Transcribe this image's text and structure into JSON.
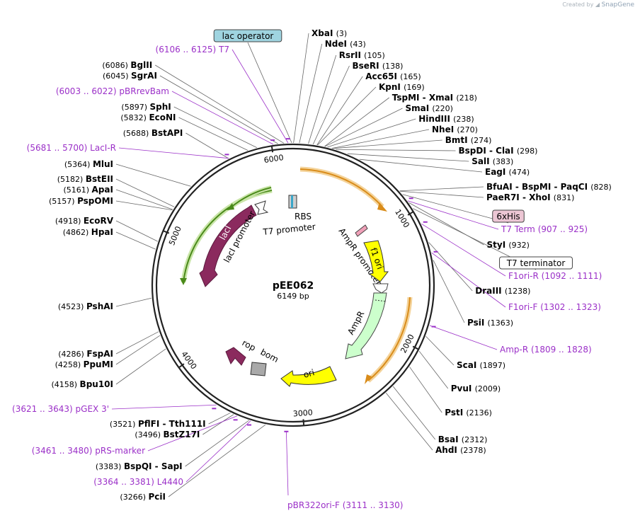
{
  "credit": {
    "prefix": "Created by",
    "brand": "SnapGene"
  },
  "plasmid": {
    "name": "pEE062",
    "size_label": "6149 bp",
    "length": 6149
  },
  "colors": {
    "primer": "#9b30c8",
    "backbone": "#222222",
    "lacI": "#8b2a5e",
    "ori": "#ffff00",
    "AmpR": "#ccffcc",
    "orange": "#d98c1a",
    "green": "#4a8a1a"
  },
  "ticks": [
    {
      "label": "1000",
      "pos": 1000
    },
    {
      "label": "2000",
      "pos": 2000
    },
    {
      "label": "3000",
      "pos": 3000
    },
    {
      "label": "4000",
      "pos": 4000
    },
    {
      "label": "5000",
      "pos": 5000
    },
    {
      "label": "6000",
      "pos": 6000
    }
  ],
  "sites": [
    {
      "enzymes": [
        "XbaI"
      ],
      "pos": "(3)",
      "side": "R",
      "bp": 3
    },
    {
      "enzymes": [
        "NdeI"
      ],
      "pos": "(43)",
      "side": "R",
      "bp": 43
    },
    {
      "enzymes": [
        "RsrII"
      ],
      "pos": "(105)",
      "side": "R",
      "bp": 105
    },
    {
      "enzymes": [
        "BseRI"
      ],
      "pos": "(138)",
      "side": "R",
      "bp": 138
    },
    {
      "enzymes": [
        "Acc65I"
      ],
      "pos": "(165)",
      "side": "R",
      "bp": 165
    },
    {
      "enzymes": [
        "KpnI"
      ],
      "pos": "(169)",
      "side": "R",
      "bp": 169
    },
    {
      "enzymes": [
        "TspMI",
        "XmaI"
      ],
      "pos": "(218)",
      "side": "R",
      "bp": 218
    },
    {
      "enzymes": [
        "SmaI"
      ],
      "pos": "(220)",
      "side": "R",
      "bp": 220
    },
    {
      "enzymes": [
        "HindIII"
      ],
      "pos": "(238)",
      "side": "R",
      "bp": 238
    },
    {
      "enzymes": [
        "NheI"
      ],
      "pos": "(270)",
      "side": "R",
      "bp": 270
    },
    {
      "enzymes": [
        "BmtI"
      ],
      "pos": "(274)",
      "side": "R",
      "bp": 274
    },
    {
      "enzymes": [
        "BspDI",
        "ClaI"
      ],
      "pos": "(298)",
      "side": "R",
      "bp": 298
    },
    {
      "enzymes": [
        "SalI"
      ],
      "pos": "(383)",
      "side": "R",
      "bp": 383
    },
    {
      "enzymes": [
        "EagI"
      ],
      "pos": "(474)",
      "side": "R",
      "bp": 474
    },
    {
      "enzymes": [
        "BfuAI",
        "BspMI",
        "PaqCI"
      ],
      "pos": "(828)",
      "side": "R",
      "bp": 828
    },
    {
      "enzymes": [
        "PaeR7I",
        "XhoI"
      ],
      "pos": "(831)",
      "side": "R",
      "bp": 831
    },
    {
      "enzymes": [
        "StyI"
      ],
      "pos": "(932)",
      "side": "R",
      "bp": 932
    },
    {
      "enzymes": [
        "DraIII"
      ],
      "pos": "(1238)",
      "side": "R",
      "bp": 1238
    },
    {
      "enzymes": [
        "PsiI"
      ],
      "pos": "(1363)",
      "side": "R",
      "bp": 1363
    },
    {
      "enzymes": [
        "ScaI"
      ],
      "pos": "(1897)",
      "side": "R",
      "bp": 1897
    },
    {
      "enzymes": [
        "PvuI"
      ],
      "pos": "(2009)",
      "side": "R",
      "bp": 2009
    },
    {
      "enzymes": [
        "PstI"
      ],
      "pos": "(2136)",
      "side": "R",
      "bp": 2136
    },
    {
      "enzymes": [
        "BsaI"
      ],
      "pos": "(2312)",
      "side": "R",
      "bp": 2312
    },
    {
      "enzymes": [
        "AhdI"
      ],
      "pos": "(2378)",
      "side": "R",
      "bp": 2378
    },
    {
      "enzymes": [
        "PciI"
      ],
      "pos": "(3266)",
      "side": "L",
      "bp": 3266
    },
    {
      "enzymes": [
        "BspQI",
        "SapI"
      ],
      "pos": "(3383)",
      "side": "L",
      "bp": 3383
    },
    {
      "enzymes": [
        "BstZ17I"
      ],
      "pos": "(3496)",
      "side": "L",
      "bp": 3496
    },
    {
      "enzymes": [
        "PflFI",
        "Tth111I"
      ],
      "pos": "(3521)",
      "side": "L",
      "bp": 3521
    },
    {
      "enzymes": [
        "Bpu10I"
      ],
      "pos": "(4158)",
      "side": "L",
      "bp": 4158
    },
    {
      "enzymes": [
        "PpuMI"
      ],
      "pos": "(4258)",
      "side": "L",
      "bp": 4258
    },
    {
      "enzymes": [
        "FspAI"
      ],
      "pos": "(4286)",
      "side": "L",
      "bp": 4286
    },
    {
      "enzymes": [
        "PshAI"
      ],
      "pos": "(4523)",
      "side": "L",
      "bp": 4523
    },
    {
      "enzymes": [
        "HpaI"
      ],
      "pos": "(4862)",
      "side": "L",
      "bp": 4862
    },
    {
      "enzymes": [
        "EcoRV"
      ],
      "pos": "(4918)",
      "side": "L",
      "bp": 4918
    },
    {
      "enzymes": [
        "PspOMI"
      ],
      "pos": "(5157)",
      "side": "L",
      "bp": 5157
    },
    {
      "enzymes": [
        "ApaI"
      ],
      "pos": "(5161)",
      "side": "L",
      "bp": 5161
    },
    {
      "enzymes": [
        "BstEII"
      ],
      "pos": "(5182)",
      "side": "L",
      "bp": 5182
    },
    {
      "enzymes": [
        "MluI"
      ],
      "pos": "(5364)",
      "side": "L",
      "bp": 5364
    },
    {
      "enzymes": [
        "BstAPI"
      ],
      "pos": "(5688)",
      "side": "L",
      "bp": 5688
    },
    {
      "enzymes": [
        "EcoNI"
      ],
      "pos": "(5832)",
      "side": "L",
      "bp": 5832
    },
    {
      "enzymes": [
        "SphI"
      ],
      "pos": "(5897)",
      "side": "L",
      "bp": 5897
    },
    {
      "enzymes": [
        "SgrAI"
      ],
      "pos": "(6045)",
      "side": "L",
      "bp": 6045
    },
    {
      "enzymes": [
        "BglII"
      ],
      "pos": "(6086)",
      "side": "L",
      "bp": 6086
    }
  ],
  "primers": [
    {
      "name": "T7",
      "pos": "(6106 .. 6125)",
      "side": "L",
      "bp": 6115
    },
    {
      "name": "pBRrevBam",
      "pos": "(6003 .. 6022)",
      "side": "L",
      "bp": 6012
    },
    {
      "name": "LacI-R",
      "pos": "(5681 .. 5700)",
      "side": "L",
      "bp": 5690
    },
    {
      "name": "T7 Term",
      "pos": "(907 .. 925)",
      "side": "R",
      "bp": 916
    },
    {
      "name": "F1ori-R",
      "pos": "(1092 .. 1111)",
      "side": "R",
      "bp": 1101
    },
    {
      "name": "F1ori-F",
      "pos": "(1302 .. 1323)",
      "side": "R",
      "bp": 1312
    },
    {
      "name": "Amp-R",
      "pos": "(1809 .. 1828)",
      "side": "R",
      "bp": 1818
    },
    {
      "name": "pBR322ori-F",
      "pos": "(3111 .. 3130)",
      "side": "B",
      "bp": 3120
    },
    {
      "name": "L4440",
      "pos": "(3364 .. 3381)",
      "side": "L",
      "bp": 3372
    },
    {
      "name": "pRS-marker",
      "pos": "(3461 .. 3480)",
      "side": "L",
      "bp": 3470
    },
    {
      "name": "pGEX 3'",
      "pos": "(3621 .. 3643)",
      "side": "L",
      "bp": 3632
    }
  ],
  "boxed_features": [
    {
      "label": "lac operator",
      "style": "blue",
      "bp": 6140
    },
    {
      "label": "6xHis",
      "style": "pink",
      "bp": 860
    },
    {
      "label": "T7 terminator",
      "style": "plain",
      "bp": 980
    }
  ],
  "inner_features": [
    {
      "label": "lacI",
      "type": "gene"
    },
    {
      "label": "lacI promoter",
      "type": "promoter"
    },
    {
      "label": "RBS",
      "type": "rbs"
    },
    {
      "label": "T7 promoter",
      "type": "promoter"
    },
    {
      "label": "AmpR promoter",
      "type": "promoter"
    },
    {
      "label": "f1 ori",
      "type": "ori"
    },
    {
      "label": "AmpR",
      "type": "gene"
    },
    {
      "label": "ori",
      "type": "ori"
    },
    {
      "label": "rop",
      "type": "gene"
    },
    {
      "label": "bom",
      "type": "misc"
    }
  ]
}
